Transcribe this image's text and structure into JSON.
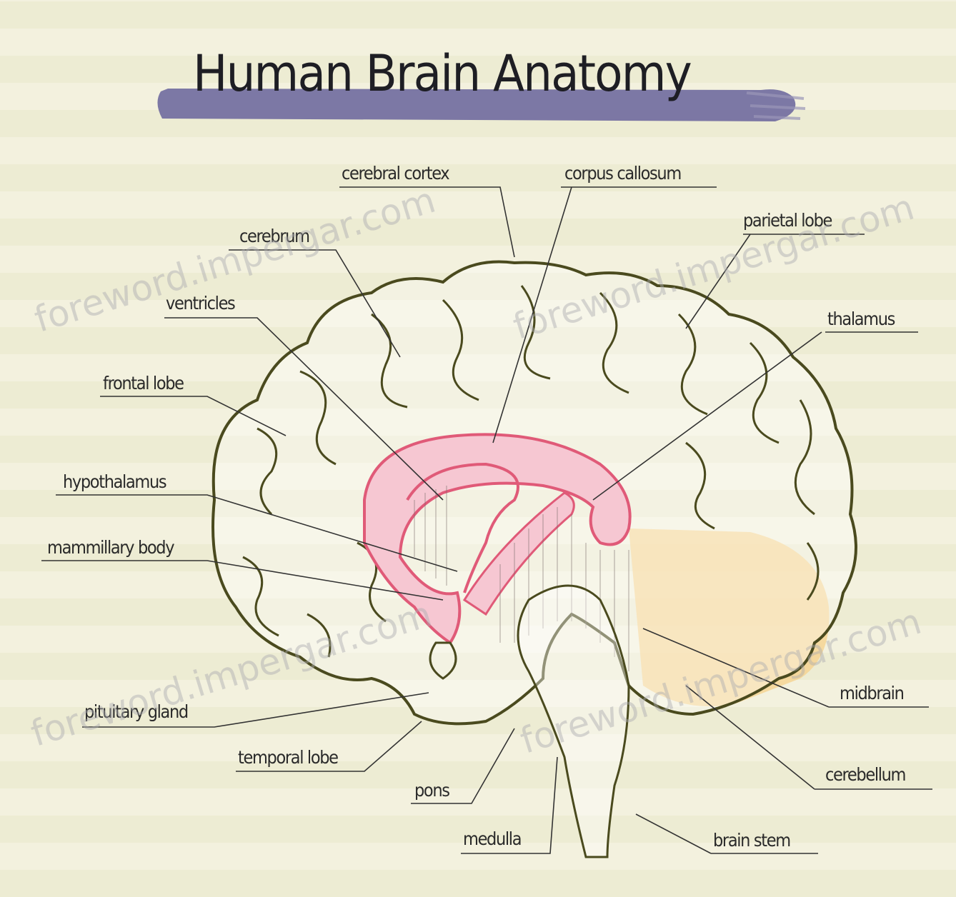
{
  "title": "Human Brain Anatomy",
  "labels": {
    "cerebral_cortex": "cerebral cortex",
    "corpus_callosum": "corpus callosum",
    "parietal_lobe": "parietal lobe",
    "cerebrum": "cerebrum",
    "ventricles": "ventricles",
    "thalamus": "thalamus",
    "frontal_lobe": "frontal lobe",
    "hypothalamus": "hypothalamus",
    "mammillary_body": "mammillary body",
    "midbrain": "midbrain",
    "pituitary_gland": "pituitary gland",
    "temporal_lobe": "temporal lobe",
    "cerebellum": "cerebellum",
    "pons": "pons",
    "medulla": "medulla",
    "brain_stem": "brain stem"
  },
  "watermark": "foreword.impergar.com",
  "colors": {
    "background": "#f3f1de",
    "title_stroke": "#6f6a9e",
    "outline": "#4a4a1e",
    "ventricle_pink": "#e05a78",
    "ventricle_fill": "#f6c7d2",
    "cerebellum_fill": "#f5d08a",
    "leader_line": "#333333"
  }
}
